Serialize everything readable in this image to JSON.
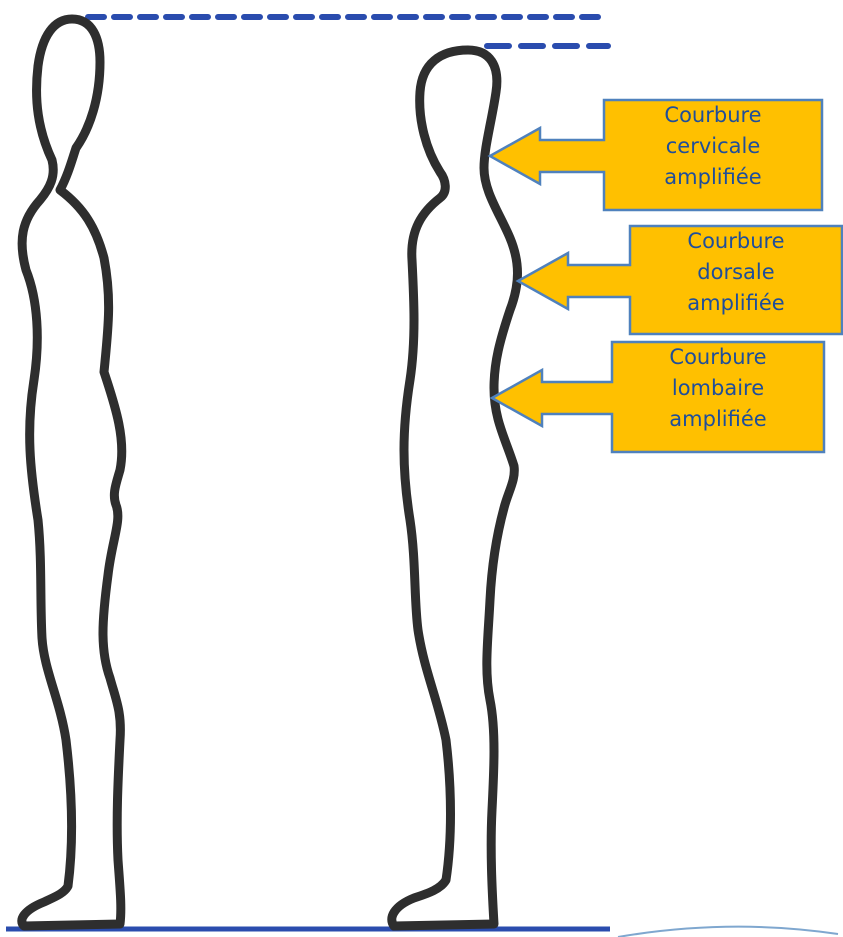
{
  "annotations": [
    {
      "lines": [
        "Courbure",
        "cervicale",
        "amplifiée"
      ],
      "target": "cervical-curve"
    },
    {
      "lines": [
        "Courbure",
        "dorsale",
        "amplifiée"
      ],
      "target": "dorsal-curve"
    },
    {
      "lines": [
        "Courbure",
        "lombaire",
        "amplifiée"
      ],
      "target": "lumbar-curve"
    }
  ],
  "colors": {
    "callout_fill": "#ffc000",
    "callout_border": "#4f81bd",
    "callout_text": "#1f4e9a",
    "outline": "#2e2e2e",
    "reference_line": "#2a4cae"
  }
}
